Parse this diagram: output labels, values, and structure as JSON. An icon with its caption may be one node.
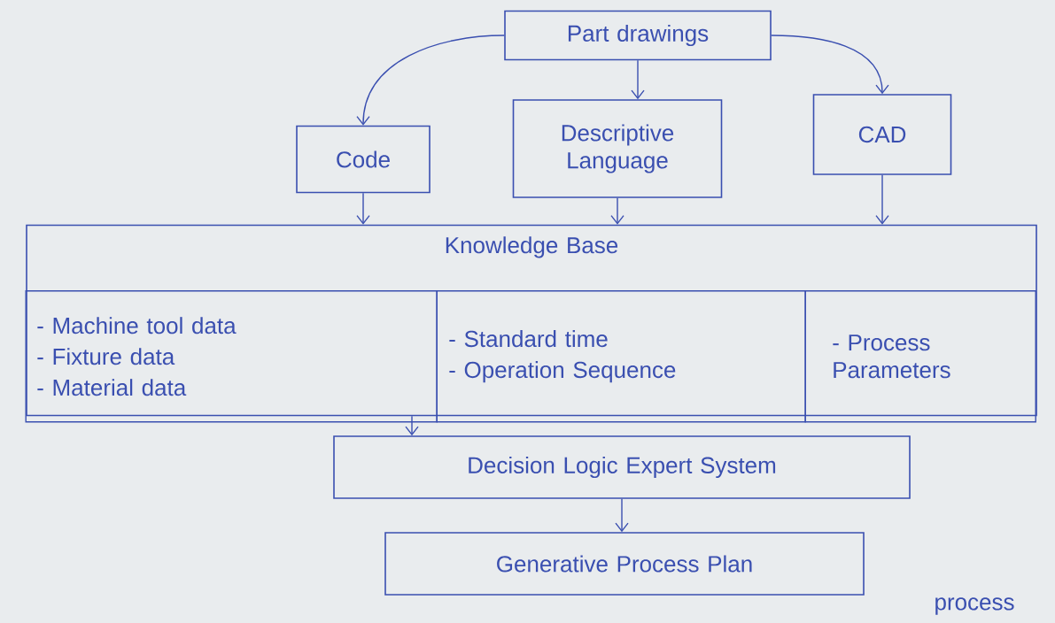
{
  "diagram": {
    "nodes": [
      {
        "text": [
          "Part drawings"
        ]
      },
      {
        "text": [
          "Code"
        ]
      },
      {
        "text": [
          "Descriptive Language"
        ]
      },
      {
        "text": [
          "CAD"
        ]
      },
      {
        "text": [
          "Knowledge Base"
        ]
      },
      {
        "text": [
          "- Machine tool data",
          "- Fixture data",
          "- Material data"
        ],
        "in": 4
      },
      {
        "text": [
          "- Standard time",
          "- Operation Sequence"
        ],
        "in": 4
      },
      {
        "text": [
          "- Process Parameters"
        ],
        "in": 4
      },
      {
        "text": [
          "Decision Logic Expert System"
        ]
      },
      {
        "text": [
          "Generative Process Plan"
        ]
      }
    ],
    "edges": [
      {
        "from": 0,
        "to": 1,
        "arrow": "to"
      },
      {
        "from": 0,
        "to": 2,
        "arrow": "to"
      },
      {
        "from": 0,
        "to": 3,
        "arrow": "to"
      },
      {
        "from": 1,
        "to": 4,
        "arrow": "to"
      },
      {
        "from": 2,
        "to": 4,
        "arrow": "to"
      },
      {
        "from": 3,
        "to": 4,
        "arrow": "to"
      },
      {
        "from": 4,
        "to": 8,
        "arrow": "to"
      },
      {
        "from": 8,
        "to": 9,
        "arrow": "to"
      }
    ],
    "labels": [
      "process"
    ]
  }
}
